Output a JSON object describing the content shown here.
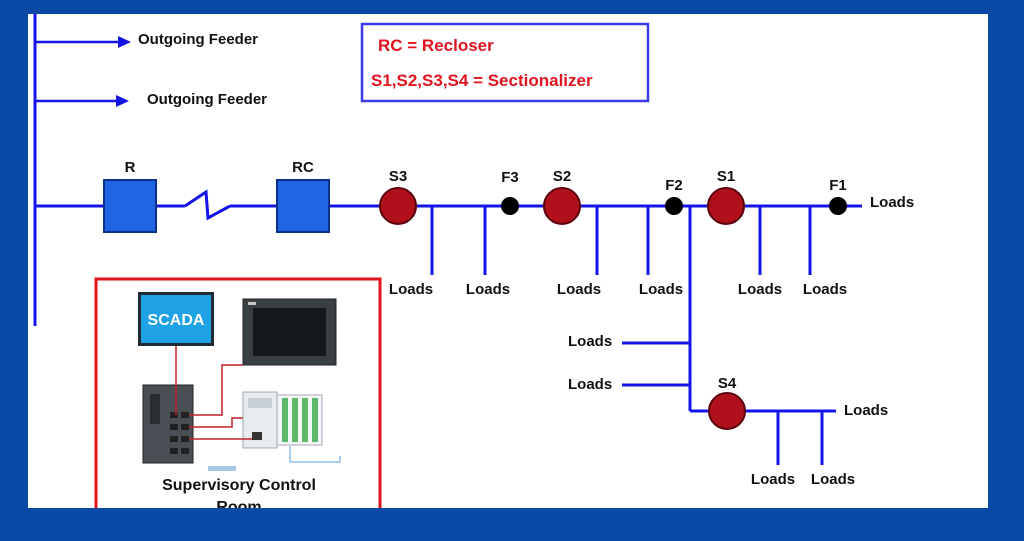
{
  "legend": {
    "line1": "RC = Recloser",
    "line2": "S1,S2,S3,S4 = Sectionalizer"
  },
  "feeders": [
    "Outgoing Feeder",
    "Outgoing Feeder"
  ],
  "devices": {
    "r": "R",
    "rc": "RC",
    "s1": "S1",
    "s2": "S2",
    "s3": "S3",
    "s4": "S4",
    "f1": "F1",
    "f2": "F2",
    "f3": "F3"
  },
  "loads": {
    "main_end": "Loads",
    "s3_a": "Loads",
    "s3_b": "Loads",
    "s2_a": "Loads",
    "s2_b": "Loads",
    "s1_a": "Loads",
    "s1_b": "Loads",
    "branch_a": "Loads",
    "branch_b": "Loads",
    "s4_end": "Loads",
    "s4_a": "Loads",
    "s4_b": "Loads"
  },
  "control_room": {
    "scada": "SCADA",
    "caption_line1": "Supervisory Control",
    "caption_line2": "Room"
  },
  "colors": {
    "frame": "#0a4aa6",
    "line": "#1414e6",
    "recloser": "#1f64e0",
    "sectionalizer": "#b0101c",
    "fuse": "#000000",
    "legend_text": "#e0141e",
    "control_border": "#e0141e"
  }
}
